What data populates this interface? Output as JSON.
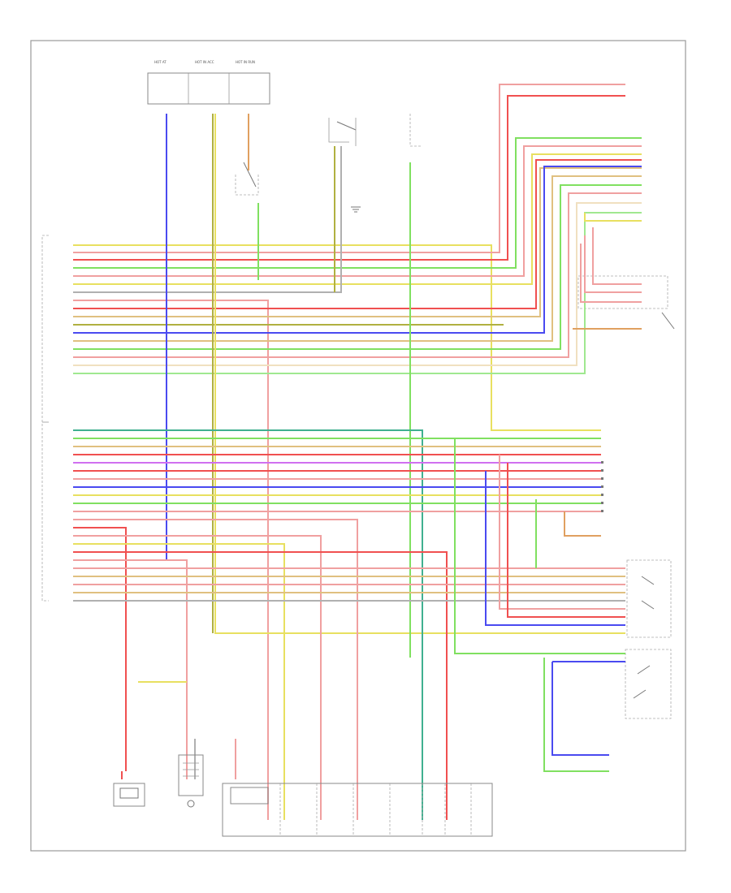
{
  "footer_code": "",
  "bottom_label": "",
  "colors": {
    "yellow": "#e8e060",
    "red": "#f05050",
    "pink": "#f0a0a0",
    "green": "#80e060",
    "blue": "#4a4af0",
    "orange": "#f0a040",
    "tan": "#e0c080",
    "gray": "#b0b0b0",
    "lightgreen": "#a0e890",
    "violet": "#d070f0",
    "teal": "#40b090",
    "olive": "#b0b040"
  },
  "components": [
    {
      "id": "fuse-panel-top",
      "label": ""
    },
    {
      "id": "ignition-switch",
      "label": ""
    },
    {
      "id": "brake-switch",
      "label": ""
    },
    {
      "id": "cruise-switch",
      "label": ""
    },
    {
      "id": "throttle-switch",
      "label": ""
    },
    {
      "id": "overdrive-switch",
      "label": ""
    },
    {
      "id": "data-link-connector",
      "label": ""
    },
    {
      "id": "shift-lock-solenoid",
      "label": ""
    },
    {
      "id": "vehicle-speed-sensor",
      "label": ""
    },
    {
      "id": "solenoid-block",
      "label": ""
    },
    {
      "id": "tcm",
      "label": ""
    }
  ]
}
